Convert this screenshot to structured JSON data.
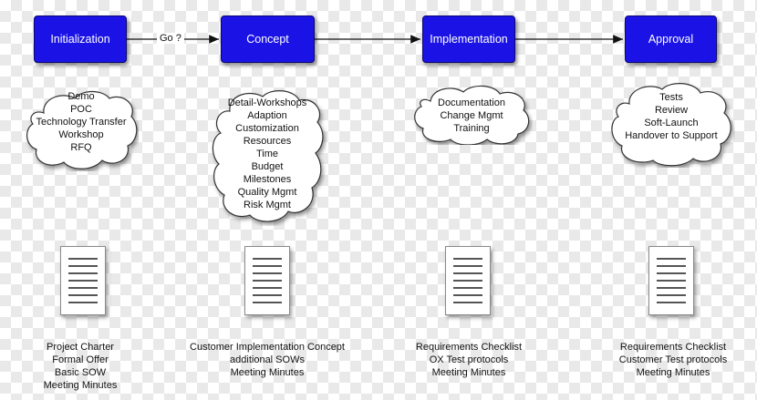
{
  "phases": [
    {
      "label": "Initialization"
    },
    {
      "label": "Concept"
    },
    {
      "label": "Implementation"
    },
    {
      "label": "Approval"
    }
  ],
  "arrow_label": "Go ?",
  "clouds": [
    {
      "items": [
        "Demo",
        "POC",
        "Technology Transfer",
        "Workshop",
        "RFQ"
      ]
    },
    {
      "items": [
        "Detail-Workshops",
        "Adaption",
        "Customization",
        "Resources",
        "Time",
        "Budget",
        "Milestones",
        "Quality Mgmt",
        "Risk Mgmt"
      ]
    },
    {
      "items": [
        "Documentation",
        "Change Mgmt",
        "Training"
      ]
    },
    {
      "items": [
        "Tests",
        "Review",
        "Soft-Launch",
        "Handover to Support"
      ]
    }
  ],
  "deliverables": [
    {
      "items": [
        "Project Charter",
        "Formal Offer",
        "Basic SOW",
        "Meeting Minutes"
      ]
    },
    {
      "items": [
        "Customer Implementation Concept",
        "additional SOWs",
        "Meeting Minutes"
      ]
    },
    {
      "items": [
        "Requirements Checklist",
        "OX Test protocols",
        "Meeting Minutes"
      ]
    },
    {
      "items": [
        "Requirements Checklist",
        "Customer Test protocols",
        "Meeting Minutes"
      ]
    }
  ],
  "colors": {
    "phase_fill": "#1b13e6",
    "phase_text": "#ffffff",
    "cloud_fill": "#ffffff"
  }
}
